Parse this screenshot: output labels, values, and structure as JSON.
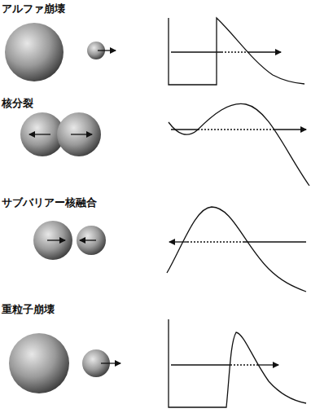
{
  "diagram": {
    "labels": [
      "アルファ崩壊",
      "核分裂",
      "サブバリアー核融合",
      "重粒子崩壊"
    ]
  }
}
